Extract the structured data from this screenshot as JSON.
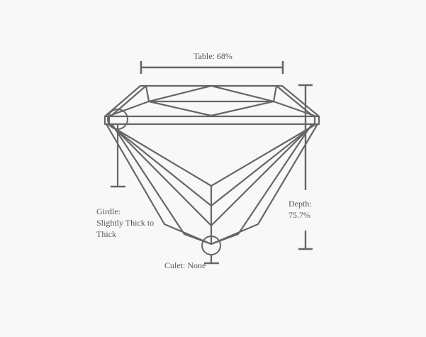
{
  "diagram": {
    "type": "diamond-proportions",
    "shape": "cushion",
    "stroke_color": "#666666",
    "background_color": "#f8f8f8"
  },
  "labels": {
    "table": "Table: 68%",
    "girdle_title": "Girdle:",
    "girdle_value": "Slightly Thick to Thick",
    "depth_title": "Depth:",
    "depth_value": "75.7%",
    "culet": "Culet: None"
  },
  "measurements": {
    "table_percent": "68%",
    "depth_percent": "75.7%",
    "girdle": "Slightly Thick to Thick",
    "culet": "None"
  }
}
